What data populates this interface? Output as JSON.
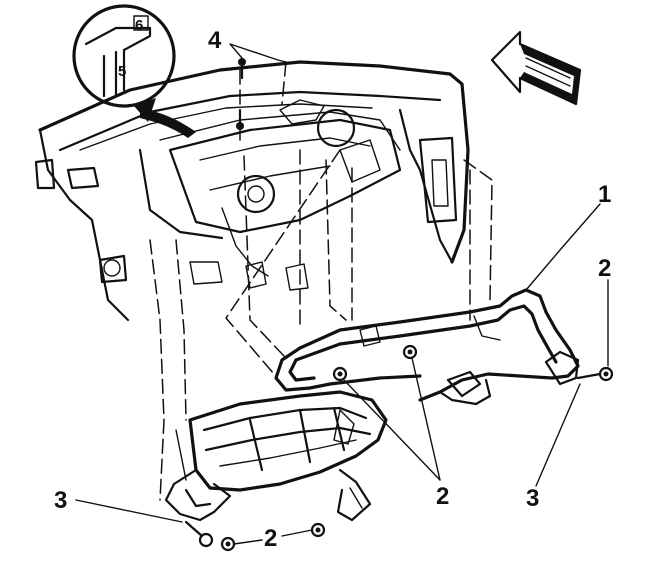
{
  "callouts": {
    "label_1": "1",
    "label_2_right": "2",
    "label_2_center": "2",
    "label_2_bottom": "2",
    "label_3_left": "3",
    "label_3_right": "3",
    "label_4": "4"
  },
  "detail_view": {
    "label_6": "6",
    "label_5": "5"
  },
  "colors": {
    "ink": "#111111",
    "background": "#ffffff"
  }
}
